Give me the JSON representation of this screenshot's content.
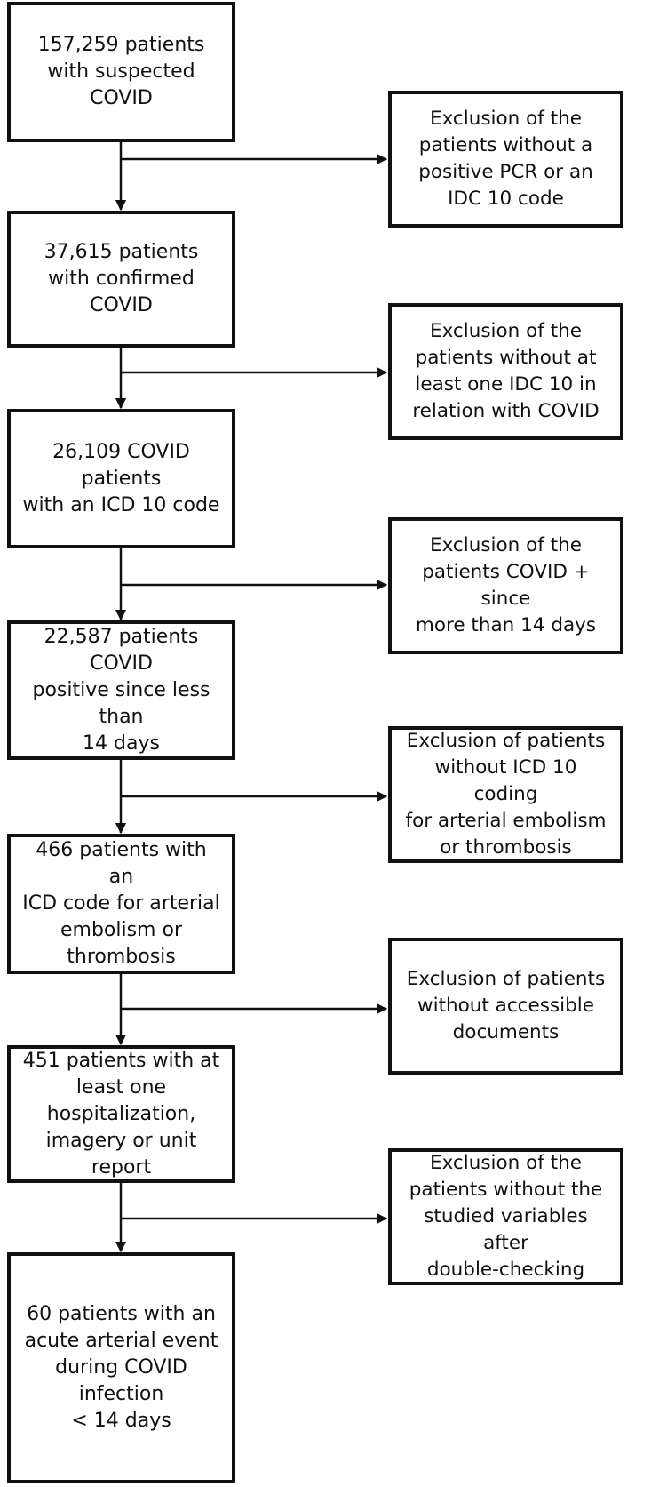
{
  "main_steps": [
    "157,259 patients\nwith suspected\nCOVID",
    "37,615 patients\nwith confirmed\nCOVID",
    "26,109 COVID patients\nwith an ICD 10 code",
    "22,587 patients COVID\npositive since less than\n14 days",
    "466 patients with an\nICD code for arterial\nembolism or\nthrombosis",
    "451 patients with at\nleast one\nhospitalization,\nimagery or unit report",
    "60 patients with an\nacute arterial event\nduring COVID infection\n< 14 days"
  ],
  "exclusions": [
    "Exclusion of the\npatients without a\npositive PCR or an\nIDC 10 code",
    "Exclusion of the\npatients without at\nleast one IDC 10 in\nrelation with COVID",
    "Exclusion of the\npatients COVID + since\nmore than 14 days",
    "Exclusion of patients\nwithout ICD 10 coding\nfor arterial embolism\nor thrombosis",
    "Exclusion of patients\nwithout accessible\ndocuments",
    "Exclusion of the\npatients without the\nstudied variables after\ndouble-checking"
  ]
}
